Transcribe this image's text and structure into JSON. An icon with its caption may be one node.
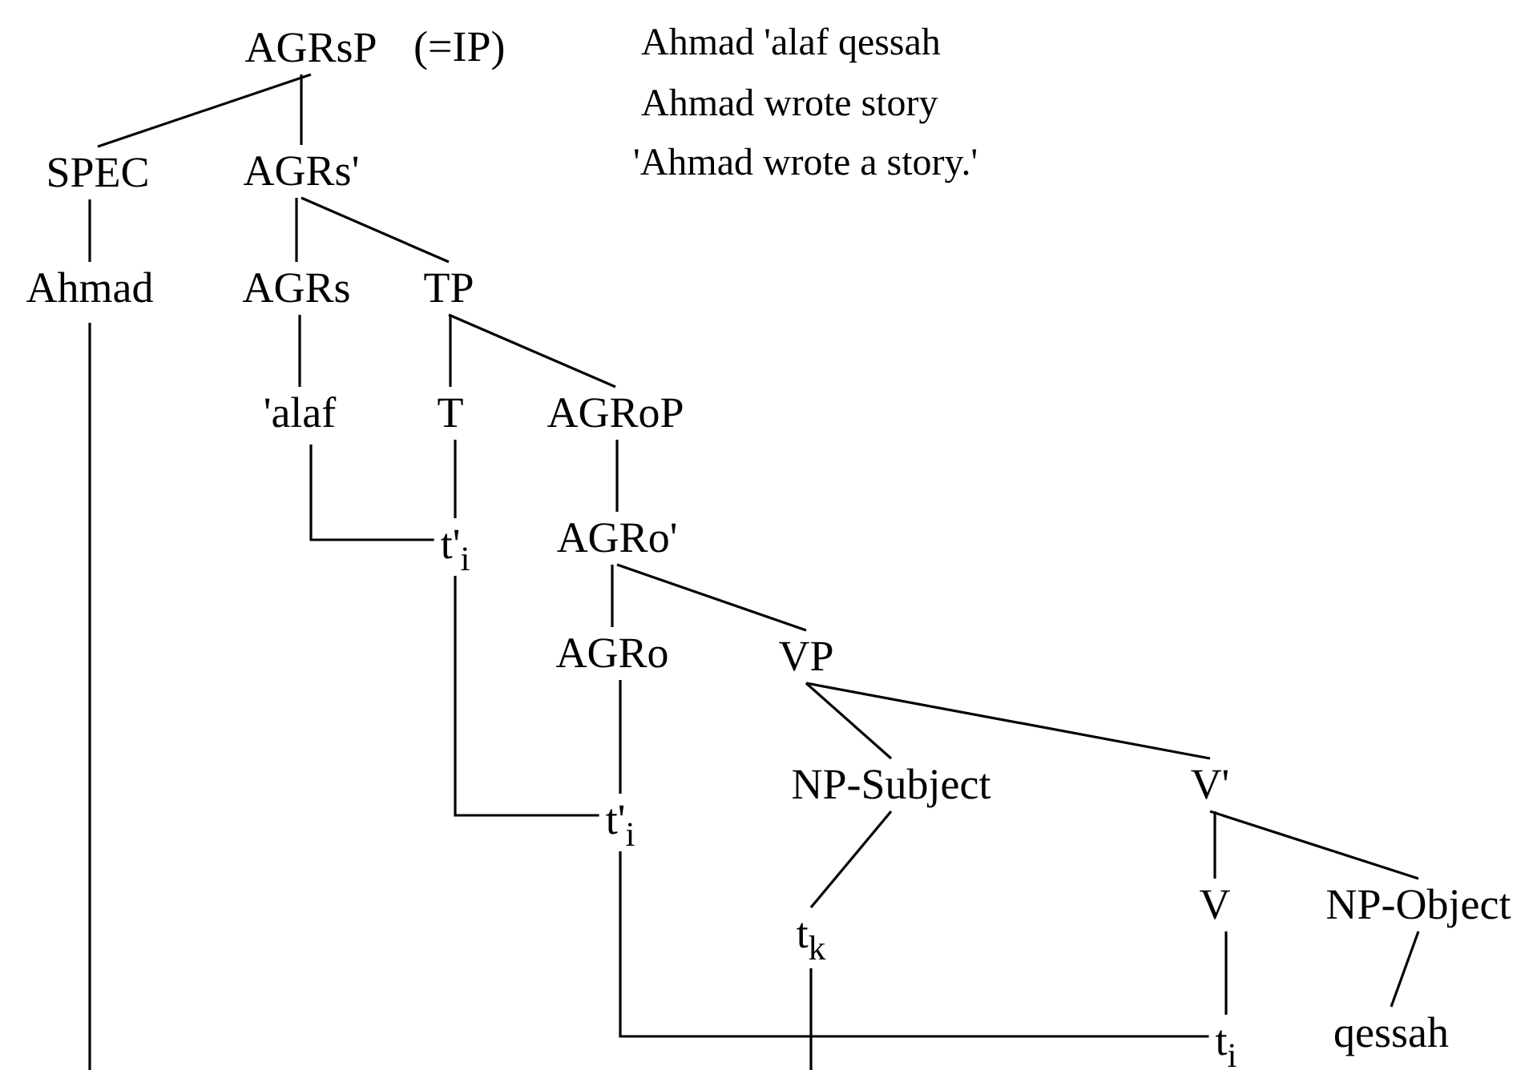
{
  "diagram": {
    "nodes": [
      {
        "text": [
          "AGRsP"
        ],
        "beside": [
          "(=IP)"
        ]
      },
      {
        "text": [
          "SPEC"
        ]
      },
      {
        "text": [
          "AGRs'"
        ]
      },
      {
        "text": [
          "Ahmad"
        ]
      },
      {
        "text": [
          "AGRs"
        ]
      },
      {
        "text": [
          "TP"
        ]
      },
      {
        "text": [
          "'alaf"
        ]
      },
      {
        "text": [
          "T"
        ]
      },
      {
        "text": [
          "AGRoP"
        ]
      },
      {
        "text": [
          "t'$_{i}$"
        ]
      },
      {
        "text": [
          "AGRo'"
        ]
      },
      {
        "text": [
          "AGRo"
        ]
      },
      {
        "text": [
          "VP"
        ]
      },
      {
        "text": [
          "NP-Subject"
        ]
      },
      {
        "text": [
          "t'$_{i}$"
        ]
      },
      {
        "text": [
          "V'"
        ]
      },
      {
        "text": [
          "t$_{k}$"
        ]
      },
      {
        "text": [
          "V"
        ]
      },
      {
        "text": [
          "NP-Object"
        ]
      },
      {
        "text": [
          "t$_{i}$"
        ]
      },
      {
        "text": [
          "qessah"
        ]
      }
    ],
    "edges": [
      {
        "from": 0,
        "to": 1,
        "arrow": "none"
      },
      {
        "from": 0,
        "to": 2,
        "arrow": "none"
      },
      {
        "from": 1,
        "to": 3,
        "arrow": "none"
      },
      {
        "from": 2,
        "to": 4,
        "arrow": "none"
      },
      {
        "from": 2,
        "to": 5,
        "arrow": "none"
      },
      {
        "from": 4,
        "to": 6,
        "arrow": "none"
      },
      {
        "from": 5,
        "to": 7,
        "arrow": "none"
      },
      {
        "from": 5,
        "to": 8,
        "arrow": "none"
      },
      {
        "from": 7,
        "to": 9,
        "arrow": "none"
      },
      {
        "from": 8,
        "to": 10,
        "arrow": "none"
      },
      {
        "from": 6,
        "to": 9,
        "arrow": "none"
      },
      {
        "from": 10,
        "to": 11,
        "arrow": "none"
      },
      {
        "from": 10,
        "to": 12,
        "arrow": "none"
      },
      {
        "from": 9,
        "to": 14,
        "arrow": "none"
      },
      {
        "from": 11,
        "to": 14,
        "arrow": "none"
      },
      {
        "from": 12,
        "to": 13,
        "arrow": "none"
      },
      {
        "from": 12,
        "to": 15,
        "arrow": "none"
      },
      {
        "from": 13,
        "to": 16,
        "arrow": "none"
      },
      {
        "from": 15,
        "to": 17,
        "arrow": "none"
      },
      {
        "from": 15,
        "to": 18,
        "arrow": "none"
      },
      {
        "from": 14,
        "to": 19,
        "arrow": "none"
      },
      {
        "from": 17,
        "to": 19,
        "arrow": "none"
      },
      {
        "from": 18,
        "to": 20,
        "arrow": "none"
      },
      {
        "from": 3,
        "to": null,
        "arrow": "none"
      },
      {
        "from": 16,
        "to": null,
        "arrow": "none"
      }
    ],
    "labels": [
      "Ahmad 'alaf qessah",
      "Ahmad wrote story",
      "'Ahmad wrote a story.'"
    ]
  }
}
